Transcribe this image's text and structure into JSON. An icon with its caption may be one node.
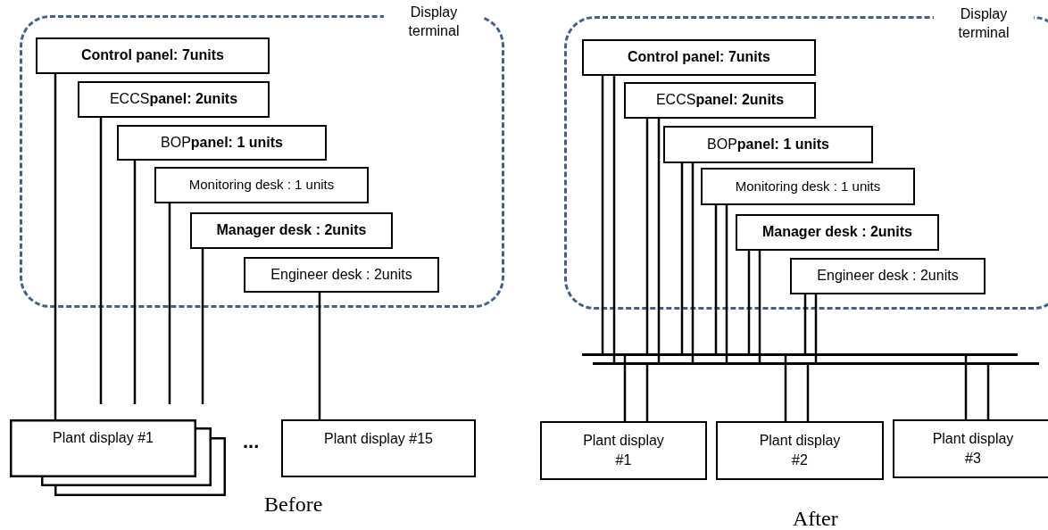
{
  "diagram": {
    "nodes": [
      {
        "text": [
          "Display terminal"
        ]
      },
      {
        "text": [
          "Control panel: 7units"
        ],
        "in": 0
      },
      {
        "text": [
          "ECCS**panel: 2units**"
        ],
        "in": 0
      },
      {
        "text": [
          "BOP**panel: 1 units**"
        ],
        "in": 0
      },
      {
        "text": [
          "Monitoring desk : 1 units"
        ],
        "in": 0
      },
      {
        "text": [
          "Manager desk : 2units"
        ],
        "in": 0
      },
      {
        "text": [
          "Engineer desk : 2units"
        ],
        "in": 0
      },
      {
        "text": [
          "Plant display #1"
        ]
      },
      {
        "text": [
          "Plant display #15"
        ]
      },
      {
        "text": [
          "Display terminal"
        ]
      },
      {
        "text": [
          "Control panel: 7units"
        ],
        "in": 9
      },
      {
        "text": [
          "ECCS**panel: 2units**"
        ],
        "in": 9
      },
      {
        "text": [
          "BOP**panel: 1 units**"
        ],
        "in": 9
      },
      {
        "text": [
          "Monitoring desk : 1 units"
        ],
        "in": 9
      },
      {
        "text": [
          "Manager desk : 2units"
        ],
        "in": 9
      },
      {
        "text": [
          "Engineer desk : 2units"
        ],
        "in": 9
      },
      {
        "text": [],
        "shape": "bar"
      },
      {
        "text": [],
        "shape": "bar"
      },
      {
        "text": [
          "Plant display #1"
        ]
      },
      {
        "text": [
          "Plant display #2"
        ]
      },
      {
        "text": [
          "Plant display #3"
        ]
      }
    ],
    "edges": [
      {
        "from": 1,
        "to": 7,
        "arrow": "none"
      },
      {
        "from": 2,
        "to": null,
        "arrow": "none"
      },
      {
        "from": 3,
        "to": null,
        "arrow": "none"
      },
      {
        "from": 4,
        "to": null,
        "arrow": "none"
      },
      {
        "from": 5,
        "to": null,
        "arrow": "none"
      },
      {
        "from": 6,
        "to": 8,
        "arrow": "none"
      },
      {
        "from": 10,
        "to": 16,
        "arrow": "none"
      },
      {
        "from": 10,
        "to": 17,
        "arrow": "none"
      },
      {
        "from": 11,
        "to": 16,
        "arrow": "none"
      },
      {
        "from": 11,
        "to": 17,
        "arrow": "none"
      },
      {
        "from": 12,
        "to": 16,
        "arrow": "none"
      },
      {
        "from": 12,
        "to": 17,
        "arrow": "none"
      },
      {
        "from": 13,
        "to": 16,
        "arrow": "none"
      },
      {
        "from": 13,
        "to": 17,
        "arrow": "none"
      },
      {
        "from": 14,
        "to": 16,
        "arrow": "none"
      },
      {
        "from": 14,
        "to": 17,
        "arrow": "none"
      },
      {
        "from": 15,
        "to": 16,
        "arrow": "none"
      },
      {
        "from": 15,
        "to": 17,
        "arrow": "none"
      },
      {
        "from": 16,
        "to": 18,
        "arrow": "none"
      },
      {
        "from": 17,
        "to": 18,
        "arrow": "none"
      },
      {
        "from": 16,
        "to": 19,
        "arrow": "none"
      },
      {
        "from": 17,
        "to": 19,
        "arrow": "none"
      },
      {
        "from": 16,
        "to": 20,
        "arrow": "none"
      },
      {
        "from": 17,
        "to": 20,
        "arrow": "none"
      }
    ],
    "labels": [
      "...",
      "Before",
      "After"
    ]
  }
}
